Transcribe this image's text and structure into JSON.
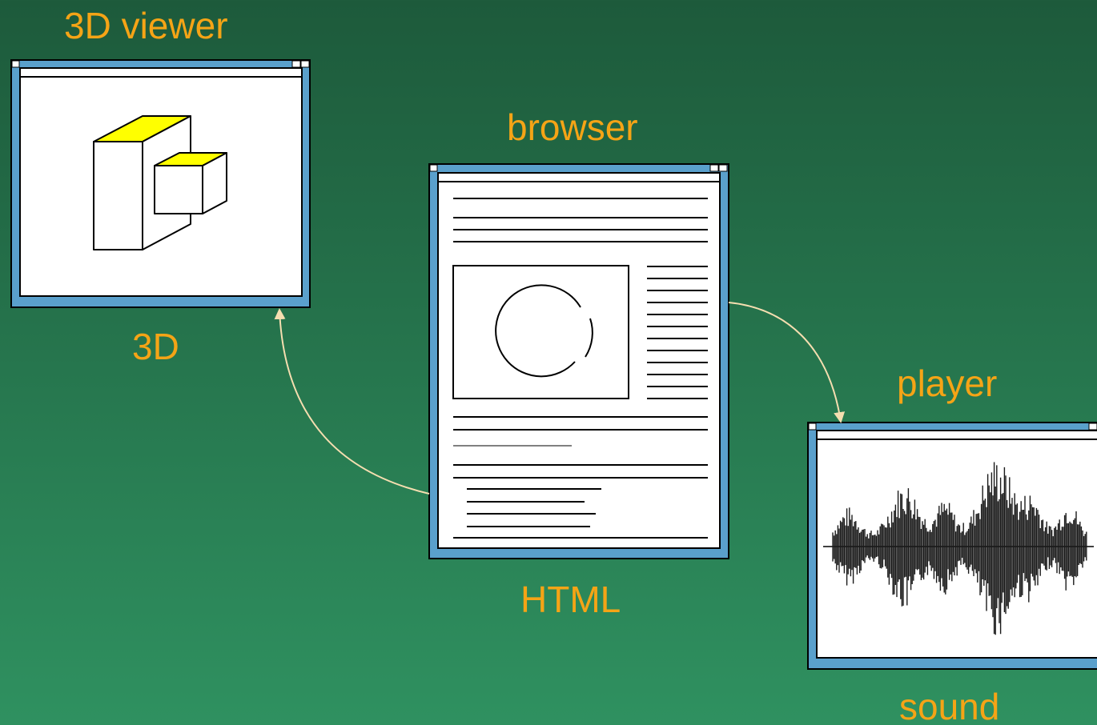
{
  "colors": {
    "background_top": "#1d5a3b",
    "background_bottom": "#2f9160",
    "label": "#f5a416",
    "window_frame": "#5aa0cc",
    "window_body": "#ffffff",
    "arrow": "#f5deb0",
    "cube_top": "#ffff00"
  },
  "labels": {
    "viewer_title": "3D viewer",
    "viewer_caption": "3D",
    "browser_title": "browser",
    "browser_caption": "HTML",
    "player_title": "player",
    "player_caption": "sound"
  }
}
